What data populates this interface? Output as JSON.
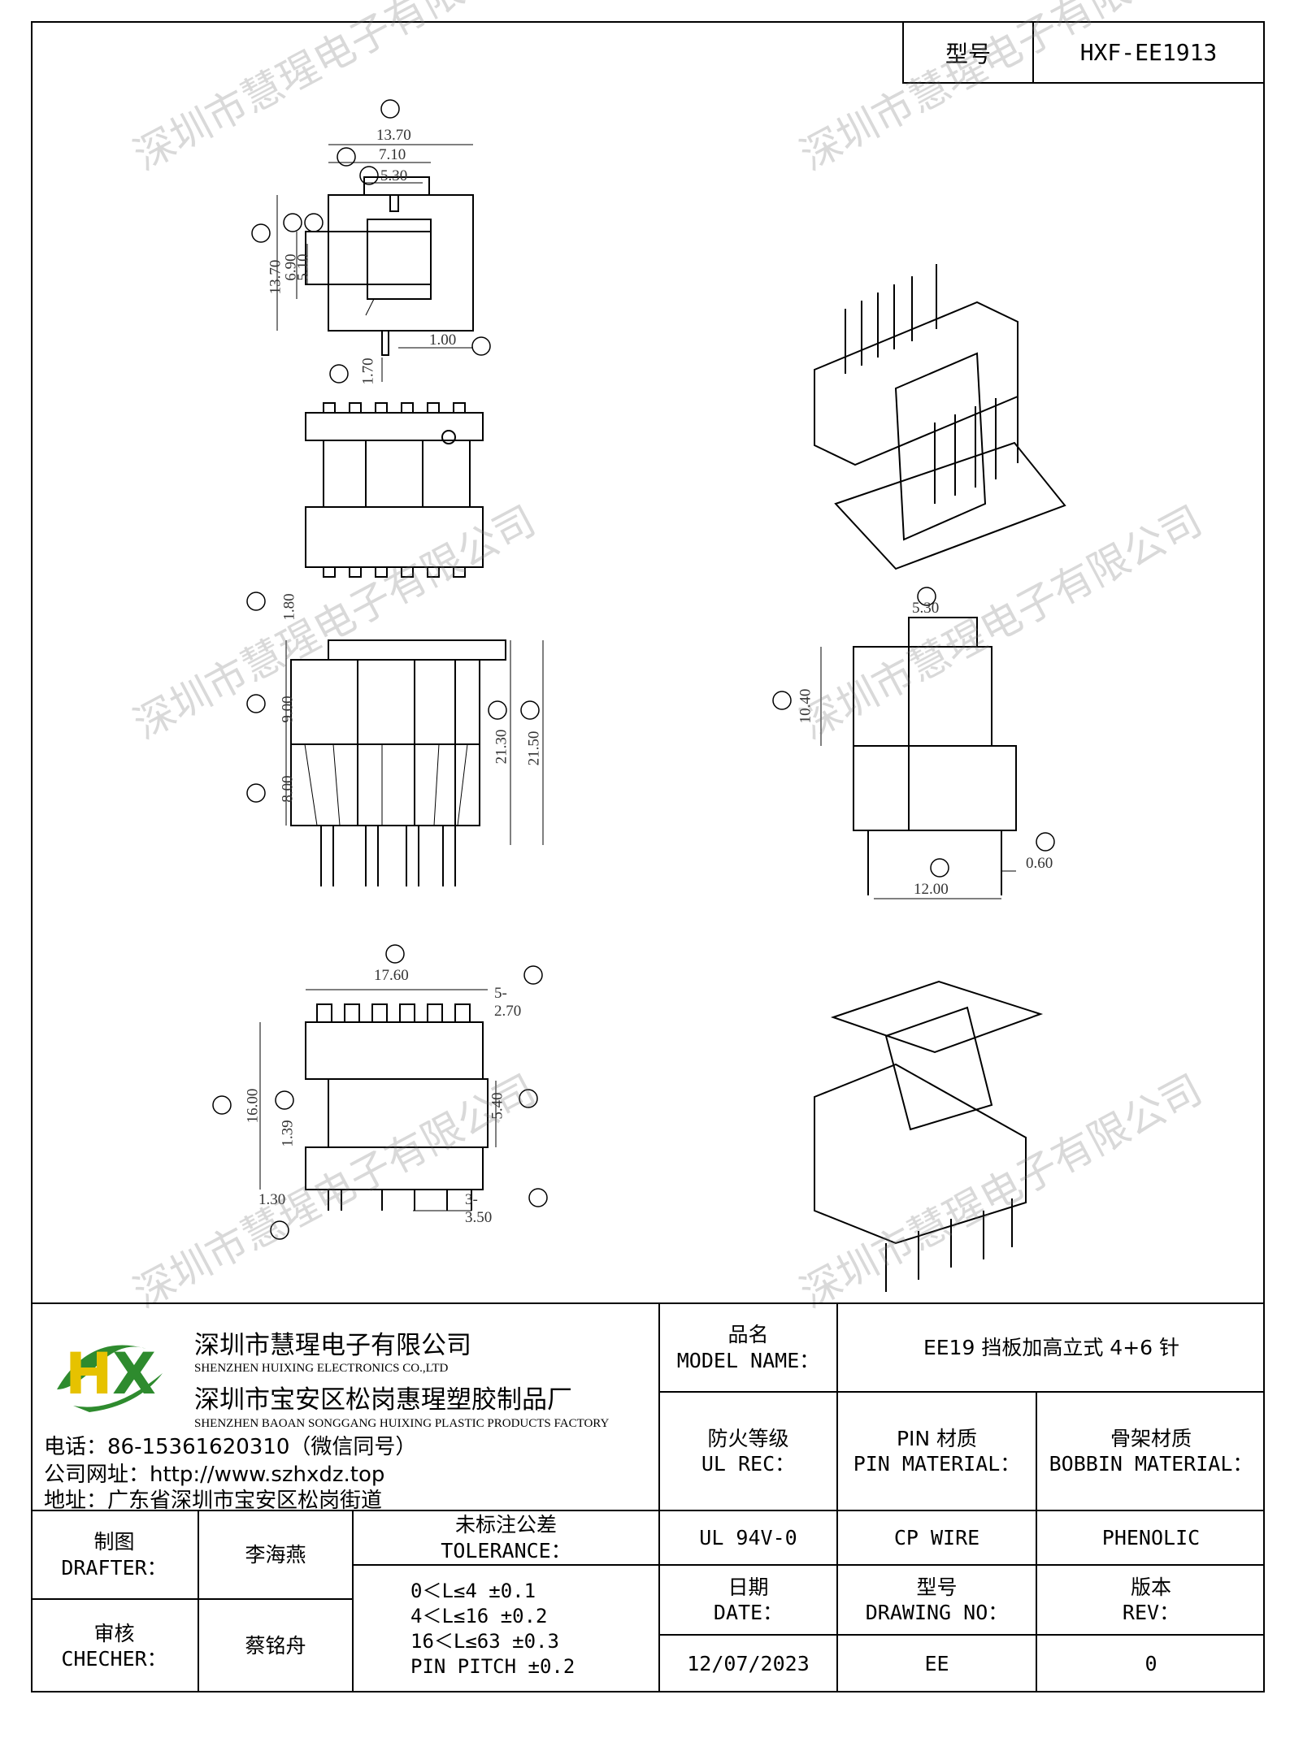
{
  "title_box": {
    "label": "型号",
    "value": "HXF-EE1913"
  },
  "dimension_labels": {
    "A": "13.70",
    "B": "7.10",
    "C": "5.30",
    "D": "13.70",
    "E": "6.90",
    "F": "5.10",
    "G": "1.00",
    "H": "1.70",
    "I": "1.80",
    "J": "9.00",
    "K": "8.00",
    "L": "21.30",
    "M": "21.50",
    "N": "5.30",
    "O": "10.40",
    "P": "0.60",
    "Q": "12.00",
    "R": "17.60",
    "S": "5-2.70",
    "T": "16.00",
    "U": "5.40",
    "V": "1.39",
    "W": "1.30",
    "X": "3-3.50"
  },
  "watermark": "深圳市慧瑆电子有限公司",
  "company": {
    "logo_text": "HX",
    "name_cn": "深圳市慧瑆电子有限公司",
    "name_en": "SHENZHEN HUIXING ELECTRONICS CO.,LTD",
    "factory_cn": "深圳市宝安区松岗惠瑆塑胶制品厂",
    "factory_en": "SHENZHEN BAOAN SONGGANG HUIXING PLASTIC PRODUCTS FACTORY",
    "phone": "电话：86-15361620310（微信同号）",
    "website": "公司网址：http://www.szhxdz.top",
    "address": "地址：广东省深圳市宝安区松岗街道"
  },
  "title_block": {
    "model_name_label_cn": "品名",
    "model_name_label_en": "MODEL NAME：",
    "model_name_value": "EE19 挡板加高立式 4+6 针",
    "ul_label_cn": "防火等级",
    "ul_label_en": "UL REC：",
    "ul_value": "UL 94V-0",
    "pin_label_cn": "PIN 材质",
    "pin_label_en": "PIN MATERIAL：",
    "pin_value": "CP WIRE",
    "bobbin_label_cn": "骨架材质",
    "bobbin_label_en": "BOBBIN MATERIAL：",
    "bobbin_value": "PHENOLIC",
    "drafter_label_cn": "制图",
    "drafter_label_en": "DRAFTER：",
    "drafter_value": "李海燕",
    "checker_label_cn": "审核",
    "checker_label_en": "CHECHER：",
    "checker_value": "蔡铭舟",
    "tolerance_label_cn": "未标注公差",
    "tolerance_label_en": "TOLERANCE：",
    "tolerances": [
      "0＜L≤4  ±0.1",
      "4＜L≤16 ±0.2",
      "16＜L≤63 ±0.3",
      "PIN PITCH ±0.2"
    ],
    "date_label_cn": "日期",
    "date_label_en": "DATE：",
    "date_value": "12/07/2023",
    "drawing_label_cn": "型号",
    "drawing_label_en": "DRAWING NO：",
    "drawing_value": "EE",
    "rev_label_cn": "版本",
    "rev_label_en": "REV：",
    "rev_value": "0"
  }
}
